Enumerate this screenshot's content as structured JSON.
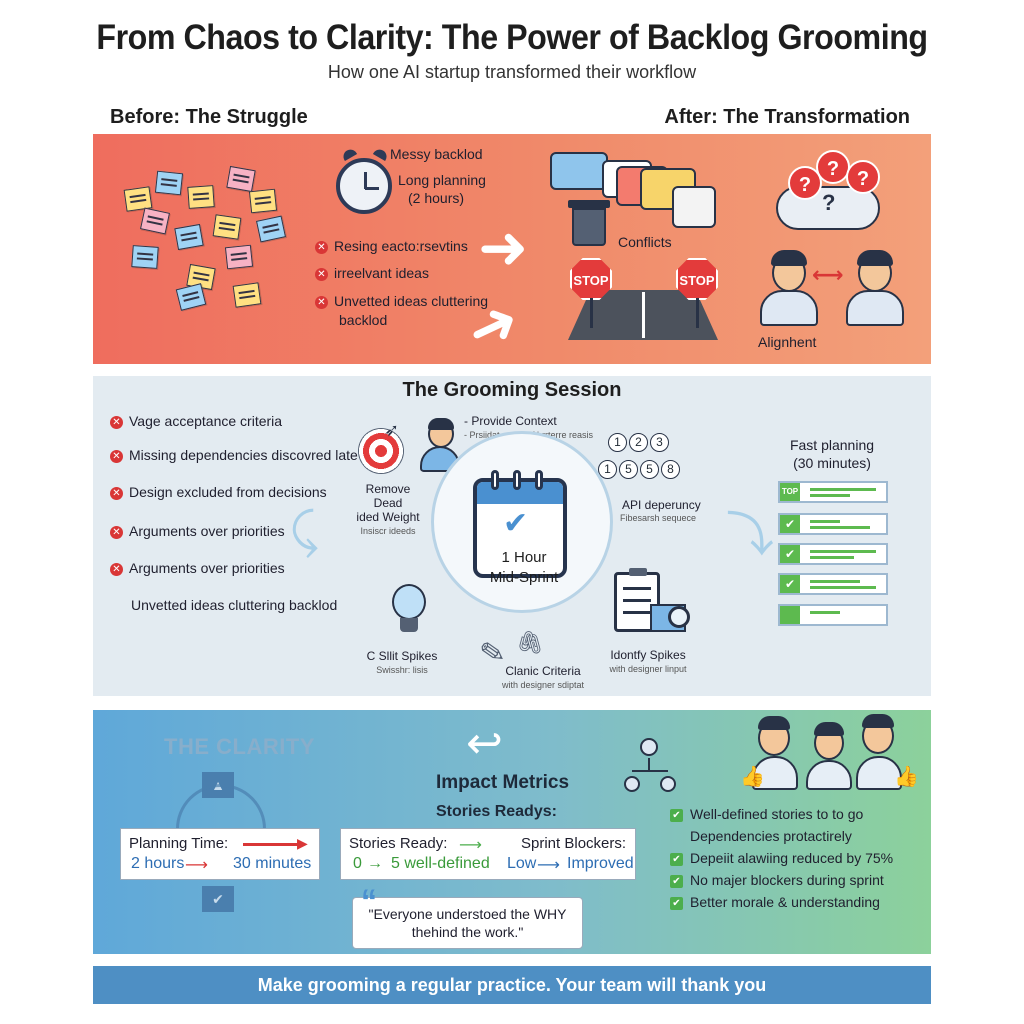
{
  "header": {
    "title": "From Chaos to Clarity: The Power of Backlog Grooming",
    "subtitle": "How one AI startup transformed their workflow"
  },
  "labels": {
    "before": "Before: The Struggle",
    "after": "After: The Transformation"
  },
  "panel1": {
    "clock_text_1": "Messy backlod",
    "clock_text_2": "Long planning",
    "clock_text_3": "(2 hours)",
    "issues": [
      "Resing eacto:rsevtins",
      "irreelvant ideas",
      "Unvetted ideas cluttering",
      "backlod"
    ],
    "conflicts": "Conflicts",
    "stop": "STOP",
    "alignment": "Alignhent",
    "question": "?"
  },
  "panel2": {
    "title": "The Grooming Session",
    "issues": [
      "Vage acceptance criteria",
      "Missing dependencies discovred late",
      "Design excluded from decisions",
      "Arguments over priorities",
      "Arguments over priorities",
      "Unvetted ideas cluttering backlod"
    ],
    "provide_context": "- Provide Context",
    "provide_context_sub": "- Prsiidat rasssisif brrterre reasis",
    "remove_dead_1": "Remove Dead",
    "remove_dead_2": "ided Weight",
    "remove_dead_sub": "Insiscr ideeds",
    "numbers_row1": [
      "1",
      "2",
      "3"
    ],
    "numbers_row2": [
      "1",
      "5",
      "5",
      "8"
    ],
    "api_dep": "API deperuncy",
    "api_dep_sub": "Fibesarsh sequece",
    "center_1": "1 Hour",
    "center_2": "Mid-Sprint",
    "split_spikes": "C Sllit Spikes",
    "split_spikes_sub": "Swisshr: lisis",
    "clarify_criteria": "Clanic Criteria",
    "clarify_criteria_sub": "with designer sdiptat",
    "identify_spikes": "Idontfy Spikes",
    "identify_spikes_sub": "with designer linput",
    "fast_planning_1": "Fast planning",
    "fast_planning_2": "(30 minutes)",
    "top_tag": "TOP"
  },
  "panel3": {
    "clarity": "THE CLARITY",
    "impact_title": "Impact Metrics",
    "stories_title": "Stories Readys:",
    "planning_label": "Planning Time:",
    "planning_from": "2 hours",
    "planning_to": "30 minutes",
    "stories_label": "Stories Ready:",
    "stories_from": "0",
    "stories_to": "5 well-defined",
    "blockers_label": "Sprint Blockers:",
    "blockers_from": "Low",
    "blockers_to": "Improved",
    "quote_1": "\"Everyone understoed the WHY",
    "quote_2": "thehind the work.\"",
    "checks": [
      "Well-defined stories to to go",
      "Dependencies protactirely",
      "Depeiit alawiing reduced by 75%",
      "No majer blockers during sprint",
      "Better morale & understanding"
    ]
  },
  "footer": {
    "text": "Make grooming a regular practice. Your team will thank you"
  },
  "colors": {
    "panel1_start": "#ef6d5e",
    "panel1_end": "#f3a07a",
    "panel2_bg": "#e3ebf1",
    "panel3_start": "#5fa8d9",
    "panel3_end": "#8cd19b",
    "footer_bg": "#4e8fc4",
    "accent_red": "#d93636",
    "accent_green": "#4cae4c",
    "accent_blue": "#4a90d0"
  },
  "icons": {
    "sticky_notes": "sticky-notes-icon",
    "clock": "alarm-clock-icon",
    "chat": "chat-bubbles-icon",
    "trash": "trash-can-icon",
    "stop": "stop-sign-icon",
    "question": "question-bubble-icon",
    "target": "target-icon",
    "calendar": "calendar-check-icon",
    "bulb": "lightbulb-icon",
    "clipboard": "clipboard-icon",
    "team": "team-people-icon",
    "org": "org-chart-icon"
  }
}
